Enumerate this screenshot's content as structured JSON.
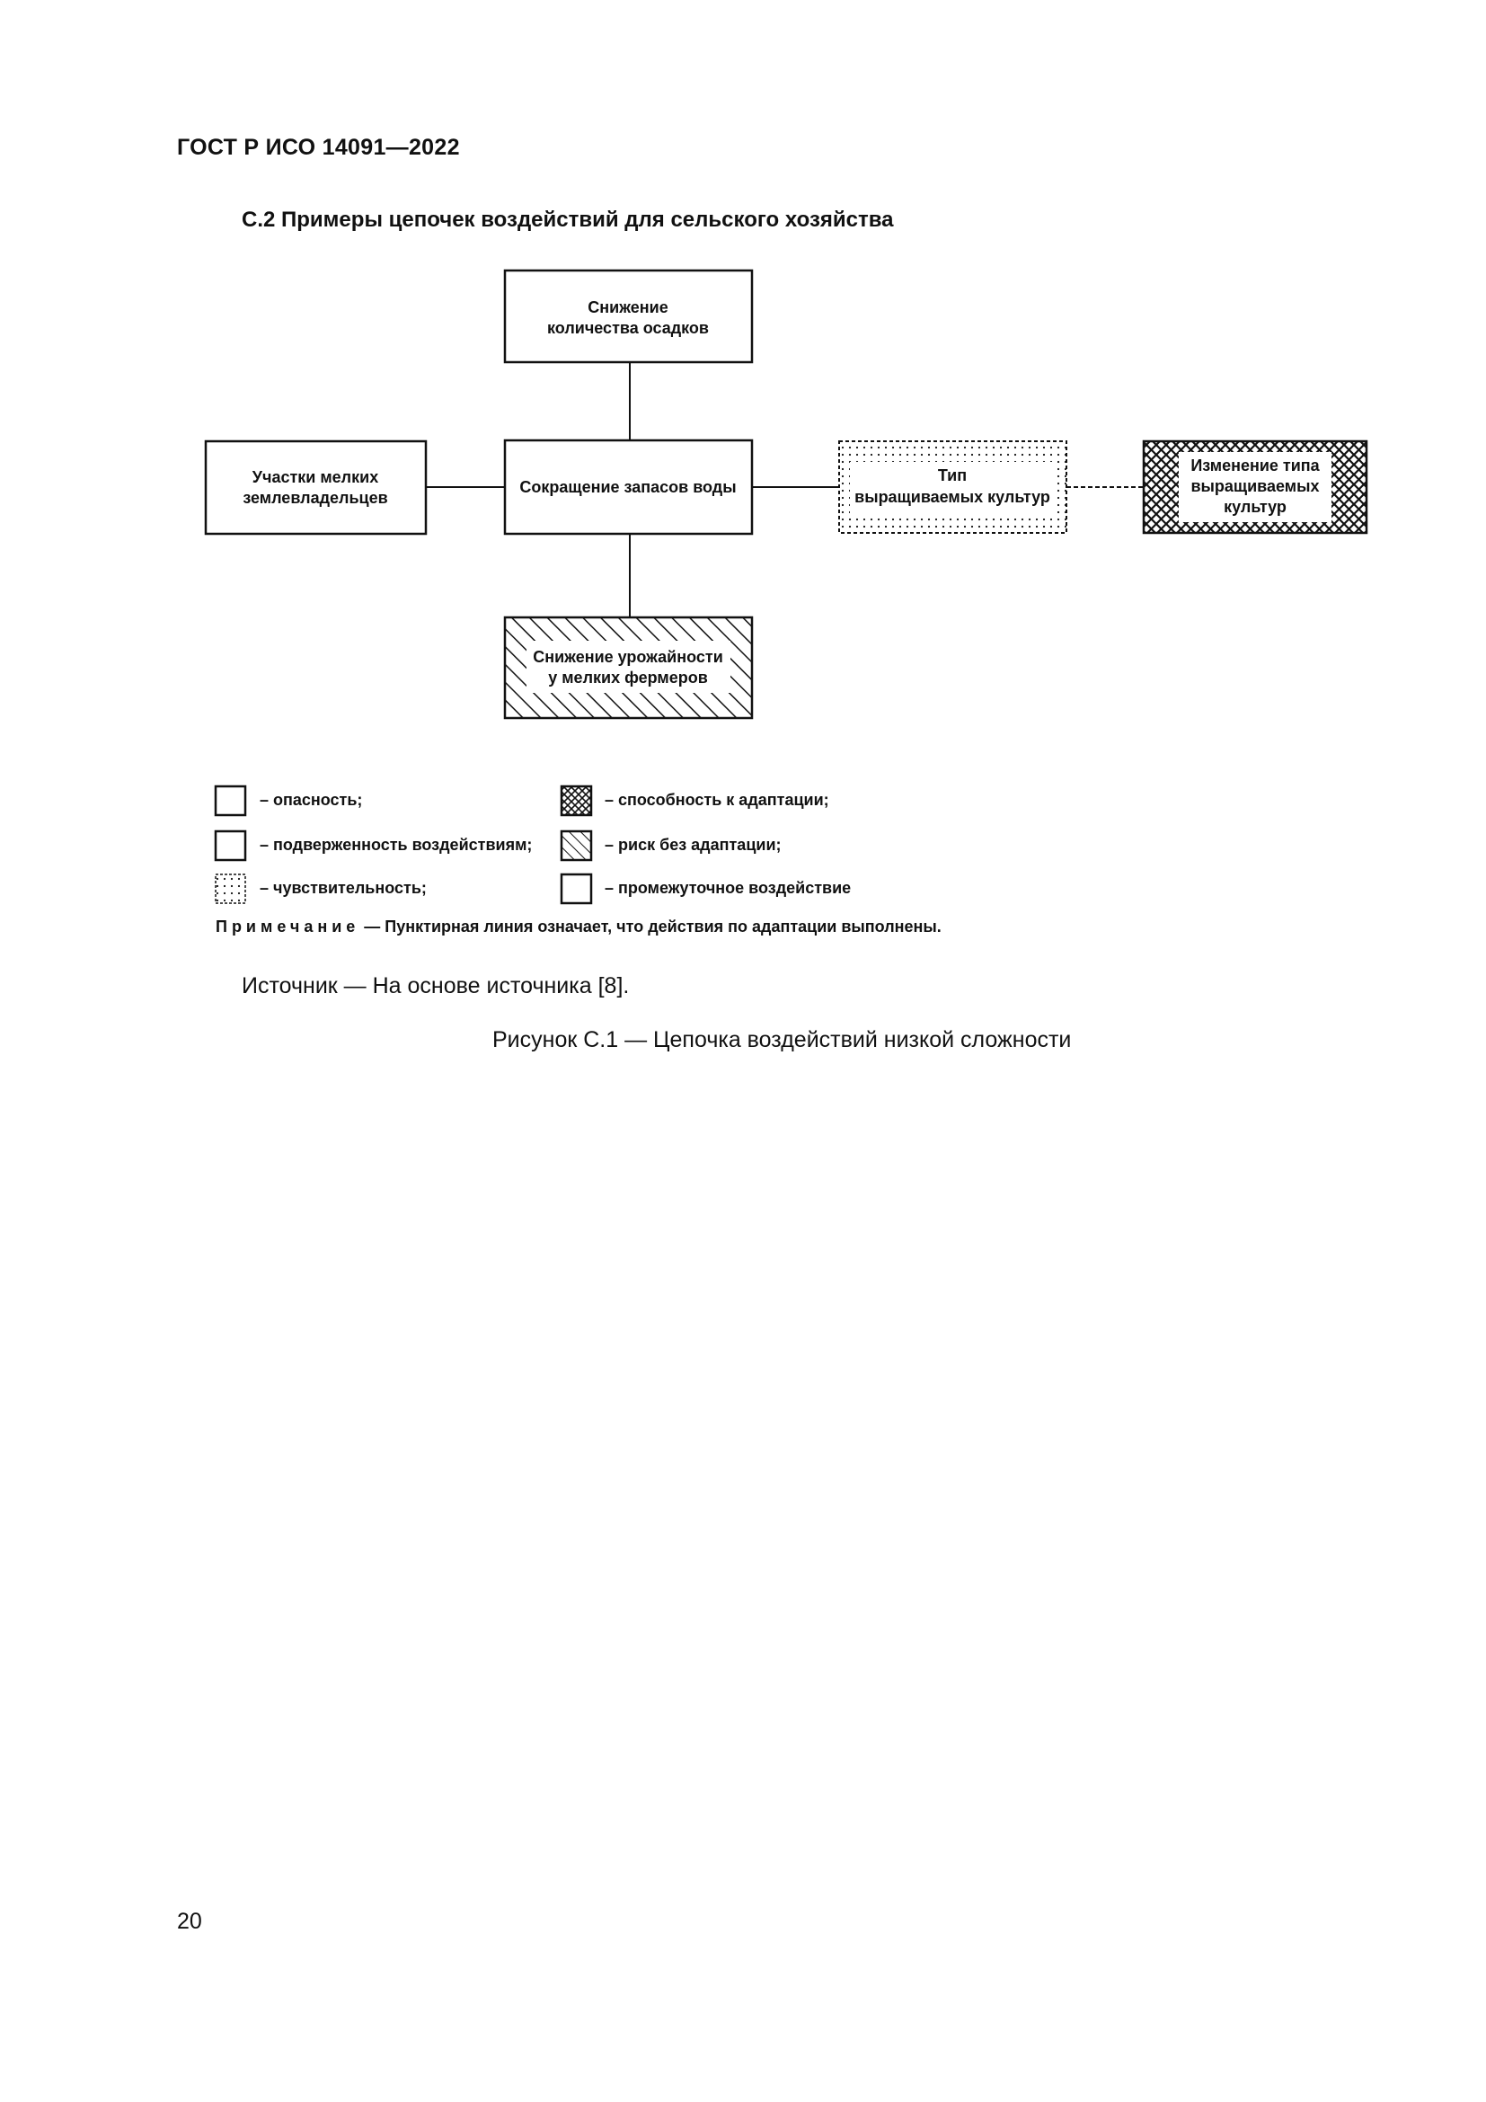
{
  "header": {
    "doc_id": "ГОСТ Р ИСО 14091—2022"
  },
  "section": {
    "title": "С.2 Примеры цепочек воздействий для сельского хозяйства"
  },
  "diagram": {
    "boxes": {
      "precipitation": {
        "line1": "Снижение",
        "line2": "количества осадков",
        "category": "hazard"
      },
      "smallholders": {
        "line1": "Участки мелких",
        "line2": "землевладельцев",
        "category": "exposure"
      },
      "water": {
        "line1": "Сокращение запасов воды",
        "category": "intermediate"
      },
      "crop_type": {
        "line1": "Тип",
        "line2": "выращиваемых культур",
        "category": "sensitivity"
      },
      "crop_change": {
        "line1": "Изменение типа",
        "line2": "выращиваемых",
        "line3": "культур",
        "category": "adaptive-capacity"
      },
      "yield": {
        "line1": "Снижение урожайности",
        "line2": "у мелких фермеров",
        "category": "risk-without-adaptation"
      }
    }
  },
  "legend": {
    "hazard": "– опасность;",
    "exposure": "– подверженность воздействиям;",
    "sensitivity": "– чувствительность;",
    "adaptive": "– способность к адаптации;",
    "risk": "– риск без адаптации;",
    "intermediate": "– промежуточное воздействие"
  },
  "note": {
    "head": "Примечание",
    "text": " — Пунктирная линия означает, что действия по адаптации выполнены."
  },
  "source": "Источник — На основе источника [8].",
  "caption": "Рисунок С.1 — Цепочка воздействий низкой сложности",
  "page_number": "20",
  "colors": {
    "ink": "#111111",
    "background": "#ffffff"
  }
}
